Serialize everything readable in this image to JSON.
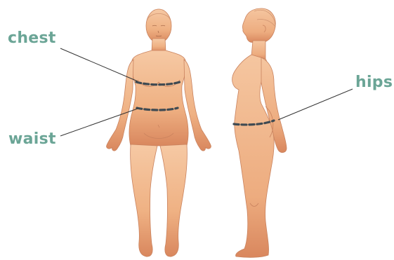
{
  "labels": {
    "chest": "chest",
    "waist": "waist",
    "hips": "hips"
  },
  "colors": {
    "label": "#6ba596",
    "skin": "#efb183",
    "skin_light": "#f7cfae",
    "skin_shade": "#d9875e",
    "outline": "#c9825e",
    "measure_line": "#3f4a52",
    "leader_line": "#333333"
  }
}
